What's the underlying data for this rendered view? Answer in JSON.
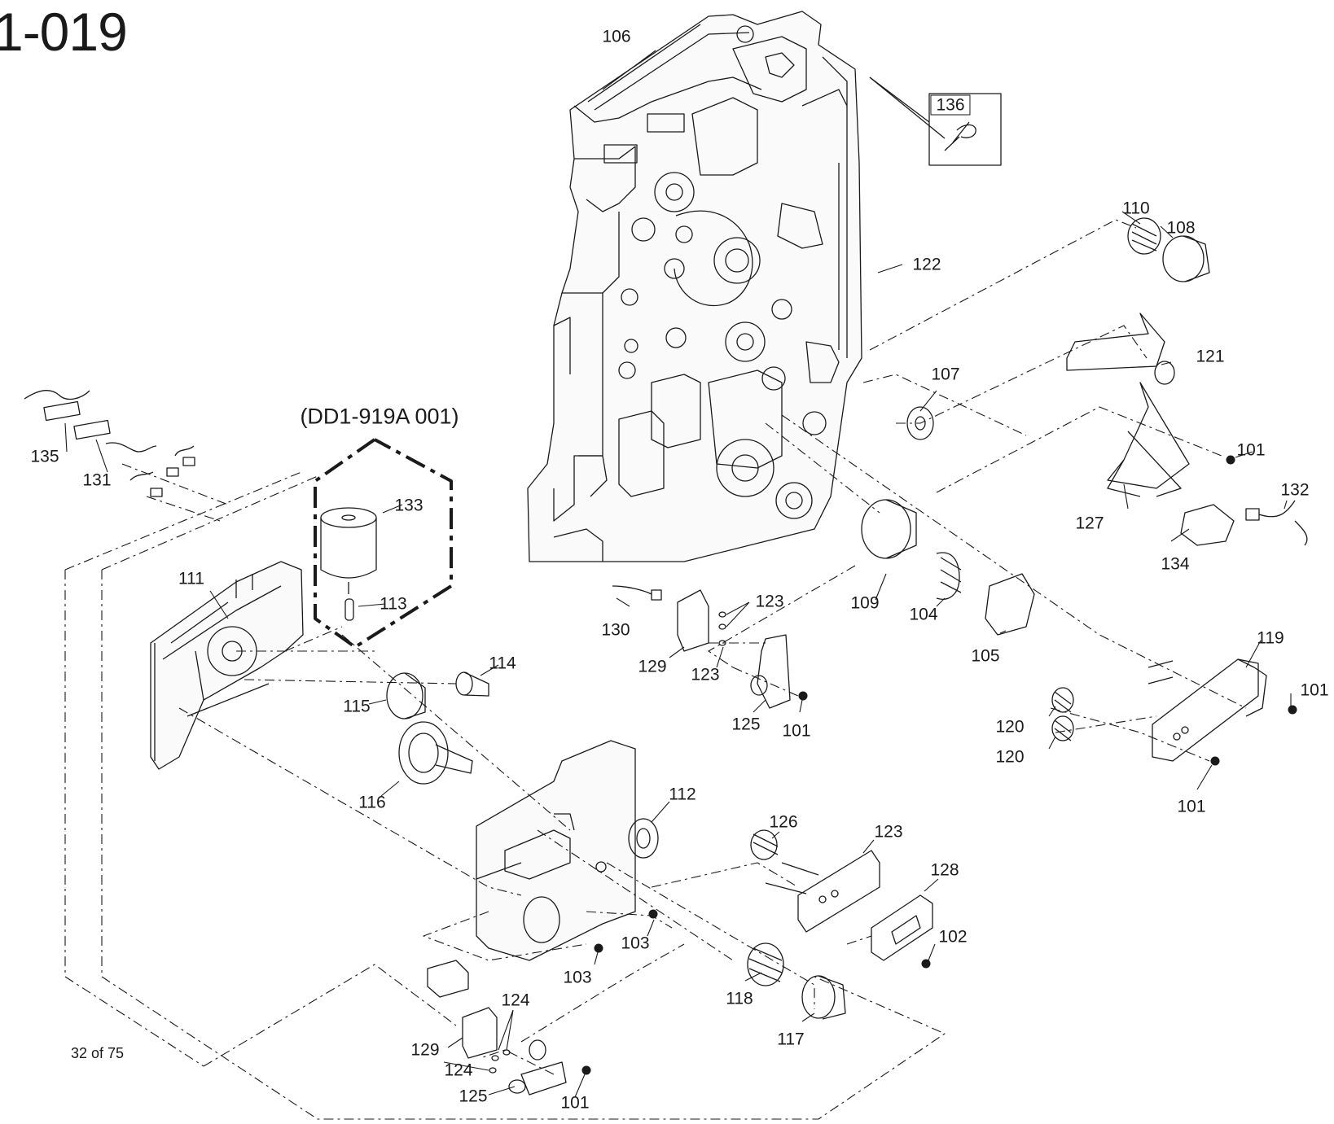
{
  "page": {
    "title": "1-019",
    "page_number": "32 of 75"
  },
  "assembly_label": "(DD1-919A 001)",
  "parts": [
    "101",
    "102",
    "103",
    "104",
    "105",
    "106",
    "107",
    "108",
    "109",
    "110",
    "111",
    "112",
    "113",
    "114",
    "115",
    "116",
    "117",
    "118",
    "119",
    "120",
    "121",
    "122",
    "123",
    "124",
    "125",
    "126",
    "127",
    "128",
    "129",
    "130",
    "131",
    "132",
    "133",
    "134",
    "135",
    "136"
  ]
}
